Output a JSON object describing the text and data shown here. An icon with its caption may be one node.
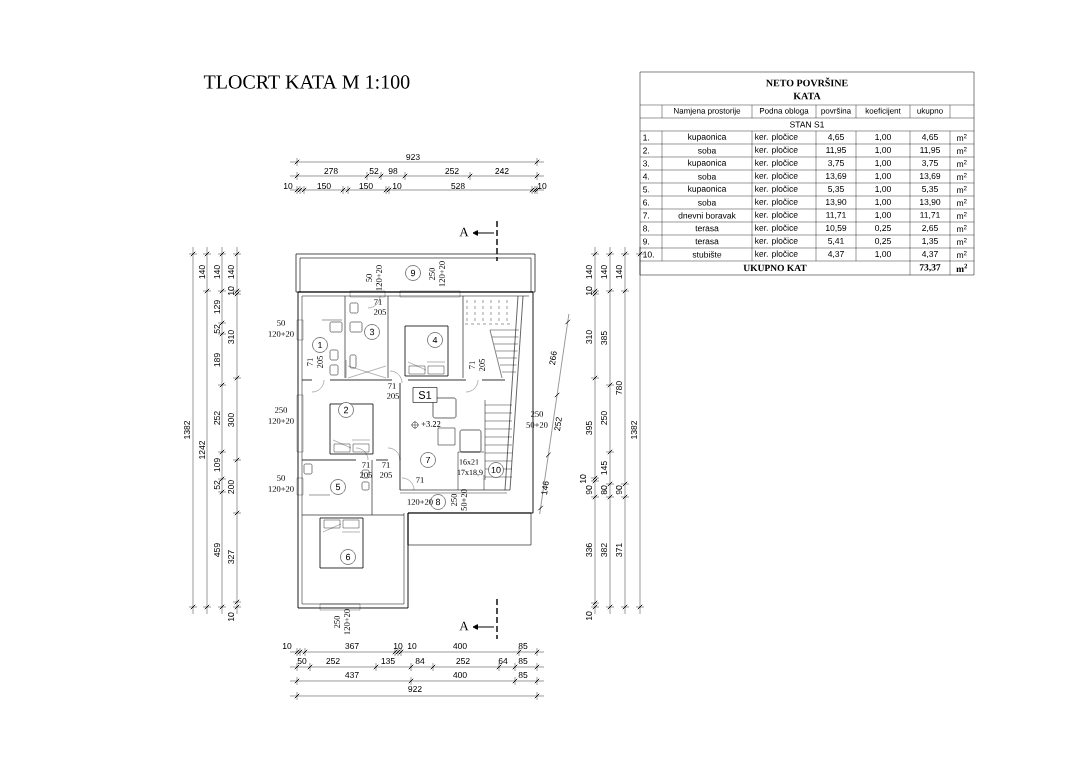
{
  "diagram": {
    "title": "TLOCRT KATA M 1:100",
    "nodes": [
      {
        "text": [
          "9"
        ]
      },
      {
        "text": [
          "3"
        ]
      },
      {
        "text": [
          "4"
        ]
      },
      {
        "text": [
          "1"
        ]
      },
      {
        "text": [
          "S1"
        ]
      },
      {
        "text": [
          "2"
        ]
      },
      {
        "text": [
          "7"
        ]
      },
      {
        "text": [
          "10"
        ]
      },
      {
        "text": [
          "5"
        ]
      },
      {
        "text": [
          "8"
        ]
      },
      {
        "text": [
          "6"
        ]
      }
    ],
    "labels": [
      "NETO POVRŠINE",
      "KATA",
      "Namjena prostorije",
      "Podna obloga",
      "površina",
      "koeficijent",
      "ukupno",
      "STAN S1",
      "1.",
      "kupaonica",
      "ker. pločice",
      "4,65",
      "1,00",
      "4,65",
      "m$^{2}$",
      "2.",
      "soba",
      "ker. pločice",
      "11,95",
      "1,00",
      "11,95",
      "m$^{2}$",
      "3.",
      "kupaonica",
      "ker. pločice",
      "3,75",
      "1,00",
      "3,75",
      "m$^{2}$",
      "4.",
      "soba",
      "ker. pločice",
      "13,69",
      "1,00",
      "13,69",
      "m$^{2}$",
      "5.",
      "kupaonica",
      "ker. pločice",
      "5,35",
      "1,00",
      "5,35",
      "m$^{2}$",
      "6.",
      "soba",
      "ker. pločice",
      "13,90",
      "1,00",
      "13,90",
      "m$^{2}$",
      "7.",
      "dnevni boravak",
      "ker. pločice",
      "11,71",
      "1,00",
      "11,71",
      "m$^{2}$",
      "8.",
      "terasa",
      "ker. pločice",
      "10,59",
      "0,25",
      "2,65",
      "m$^{2}$",
      "9.",
      "terasa",
      "ker. pločice",
      "5,41",
      "0,25",
      "1,35",
      "m$^{2}$",
      "10.",
      "stubište",
      "ker. pločice",
      "4,37",
      "1,00",
      "4,37",
      "m$^{2}$",
      "UKUPNO KAT",
      "73,37",
      "m$^{2}$",
      "923",
      "278",
      "52",
      "98",
      "252",
      "242",
      "10",
      "150",
      "150",
      "10",
      "528",
      "10",
      "A",
      "1382",
      "140",
      "140",
      "140",
      "1242",
      "10",
      "129",
      "52",
      "189",
      "310",
      "252",
      "300",
      "109",
      "52",
      "200",
      "459",
      "327",
      "10",
      "50",
      "120+20",
      "250",
      "120+20",
      "50",
      "120+20",
      "50",
      "120+20",
      "250",
      "120+20",
      "71",
      "205",
      "71",
      "205",
      "71",
      "205",
      "71",
      "205",
      "71",
      "205",
      "71",
      "205",
      "71",
      "120+20",
      "+3.22",
      "250",
      "50+20",
      "16x21",
      "17x18,9",
      "250",
      "50+20",
      "250",
      "120+20",
      "140",
      "140",
      "140",
      "10",
      "310",
      "385",
      "780",
      "395",
      "250",
      "1382",
      "145",
      "10",
      "90",
      "80",
      "90",
      "336",
      "382",
      "371",
      "10",
      "266",
      "252",
      "146",
      "A",
      "10",
      "367",
      "10",
      "10",
      "400",
      "85",
      "50",
      "252",
      "135",
      "84",
      "252",
      "64",
      "85",
      "437",
      "400",
      "85",
      "922"
    ]
  }
}
